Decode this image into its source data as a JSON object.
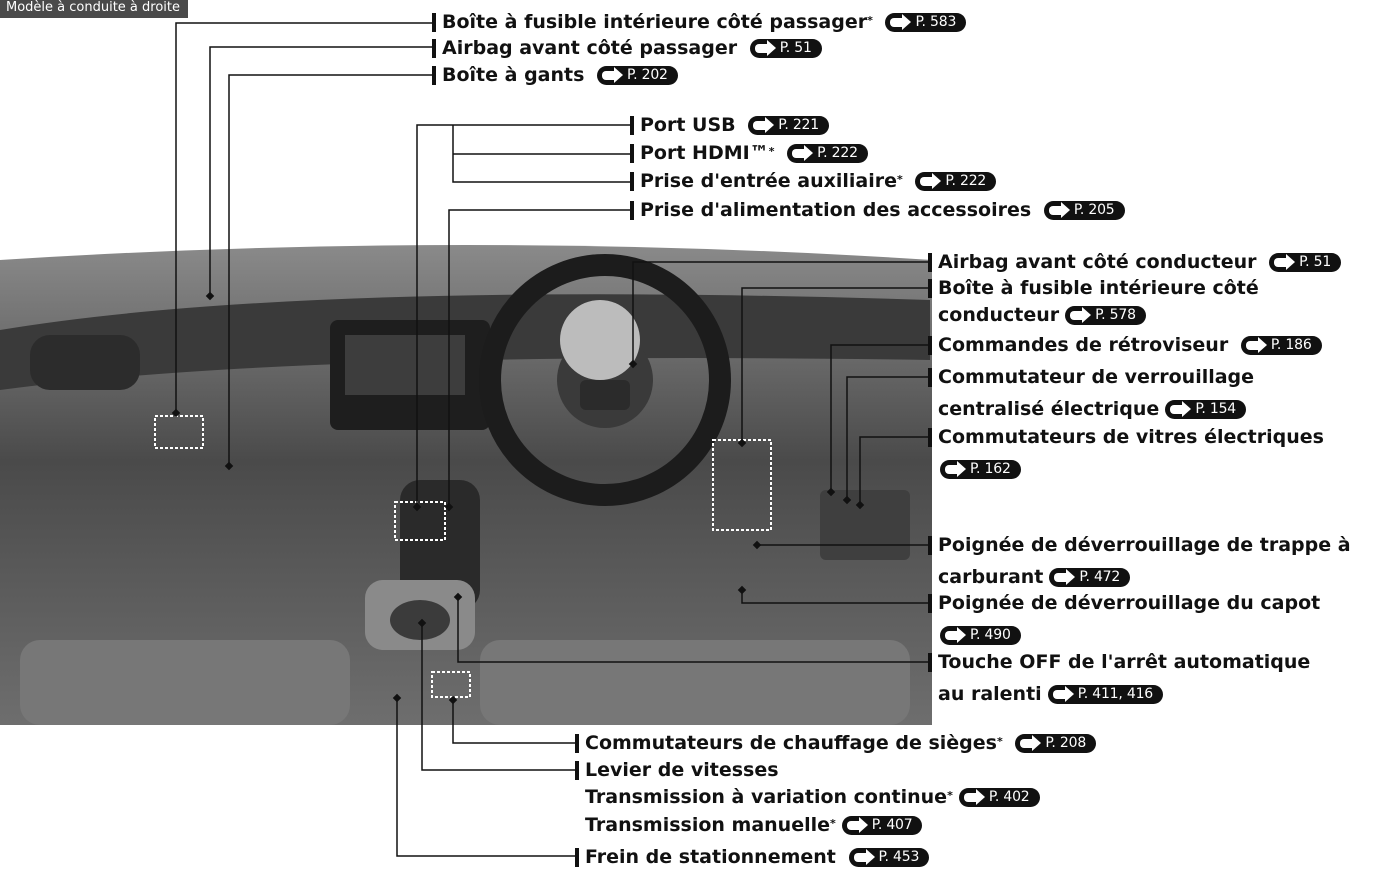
{
  "header": {
    "tag": "Modèle à conduite à droite"
  },
  "colors": {
    "label_bar": "#111111",
    "pill_bg": "#111111",
    "photo_bg": "#5a5a5a",
    "tag_bg": "#4a4a4a"
  },
  "icons": {
    "page_ref": "arrow-right-pill-icon"
  },
  "labels": {
    "fuse_passenger": {
      "text": "Boîte à fusible intérieure côté passager",
      "star": "*",
      "ref": "P. 583"
    },
    "airbag_passenger": {
      "text": "Airbag avant côté passager",
      "ref": "P. 51"
    },
    "glovebox": {
      "text": "Boîte à gants",
      "ref": "P. 202"
    },
    "usb": {
      "text": "Port USB",
      "ref": "P. 221"
    },
    "hdmi": {
      "text": "Port HDMI™",
      "star": "*",
      "ref": "P. 222"
    },
    "aux": {
      "text": "Prise d'entrée auxiliaire",
      "star": "*",
      "ref": "P. 222"
    },
    "accessory": {
      "text": "Prise d'alimentation des accessoires",
      "ref": "P. 205"
    },
    "airbag_driver": {
      "text": "Airbag avant côté conducteur",
      "ref": "P. 51"
    },
    "fuse_driver": {
      "line1": "Boîte à fusible intérieure côté",
      "line2": "conducteur",
      "ref": "P. 578"
    },
    "mirror": {
      "text": "Commandes de rétroviseur",
      "ref": "P. 186"
    },
    "lock": {
      "line1": "Commutateur de verrouillage",
      "line2": "centralisé électrique",
      "ref": "P. 154"
    },
    "windows": {
      "line1": "Commutateurs de vitres électriques",
      "ref": "P. 162"
    },
    "fuel": {
      "line1": "Poignée de déverrouillage de trappe à",
      "line2": "carburant",
      "ref": "P. 472"
    },
    "hood": {
      "line1": "Poignée de déverrouillage du capot",
      "ref": "P. 490"
    },
    "idle": {
      "line1": "Touche OFF de l'arrêt automatique",
      "line2": "au ralenti",
      "ref": "P. 411, 416"
    },
    "seat_heat": {
      "text": "Commutateurs de chauffage de sièges",
      "star": "*",
      "ref": "P. 208"
    },
    "shift": {
      "line1": "Levier de vitesses",
      "line2": "Transmission à variation continue",
      "star2": "*",
      "ref2": "P. 402",
      "line3": "Transmission manuelle",
      "star3": "*",
      "ref3": "P. 407"
    },
    "parking": {
      "text": "Frein de stationnement",
      "ref": "P. 453"
    }
  }
}
